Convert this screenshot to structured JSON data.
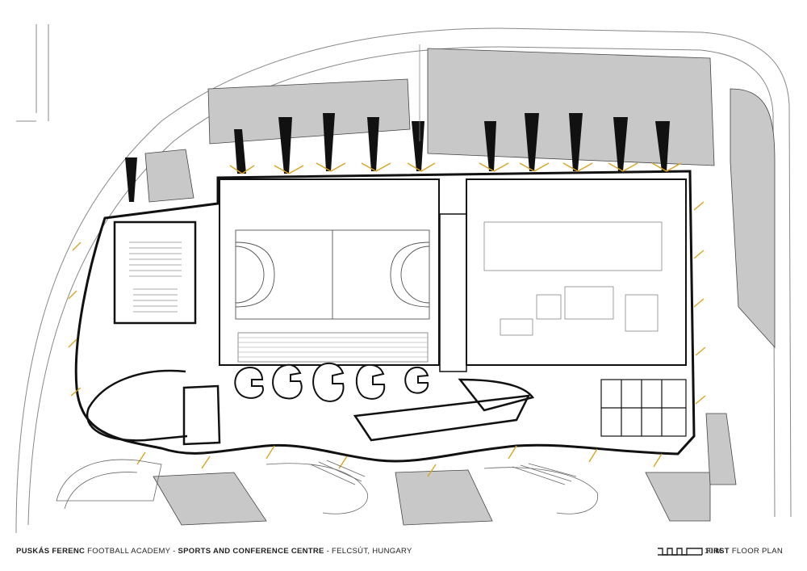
{
  "title_block": {
    "name_bold": "PUSKÁS FERENC",
    "name_rest": "FOOTBALL ACADEMY -",
    "subject_bold": "SPORTS AND CONFERENCE CENTRE",
    "location": "- FELCSÚT, HUNGARY"
  },
  "plan_title": {
    "bold": "FIRST",
    "rest": "FLOOR PLAN"
  },
  "scale": {
    "label": "10 M"
  },
  "colors": {
    "paving_grey": "#c8c8c8",
    "wall_black": "#111111",
    "structure_gold": "#d9a520",
    "line_grey": "#777777",
    "background": "#ffffff"
  }
}
